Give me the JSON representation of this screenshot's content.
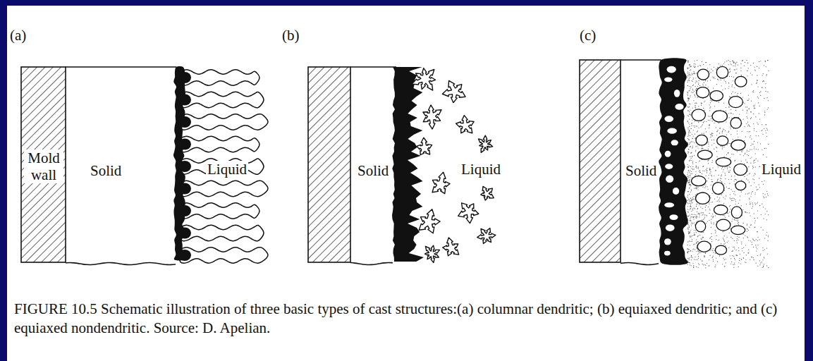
{
  "diagram": {
    "caption": "FIGURE 10.5 Schematic illustration of three basic types of cast structures:(a) columnar dendritic; (b) equiaxed dendritic; and (c) equiaxed nondendritic. Source: D. Apelian.",
    "labels": [
      "(a)",
      "Mold wall",
      "Solid",
      "Liquid",
      "(b)",
      "Solid",
      "Liquid",
      "(c)",
      "Solid",
      "Liquid"
    ]
  }
}
